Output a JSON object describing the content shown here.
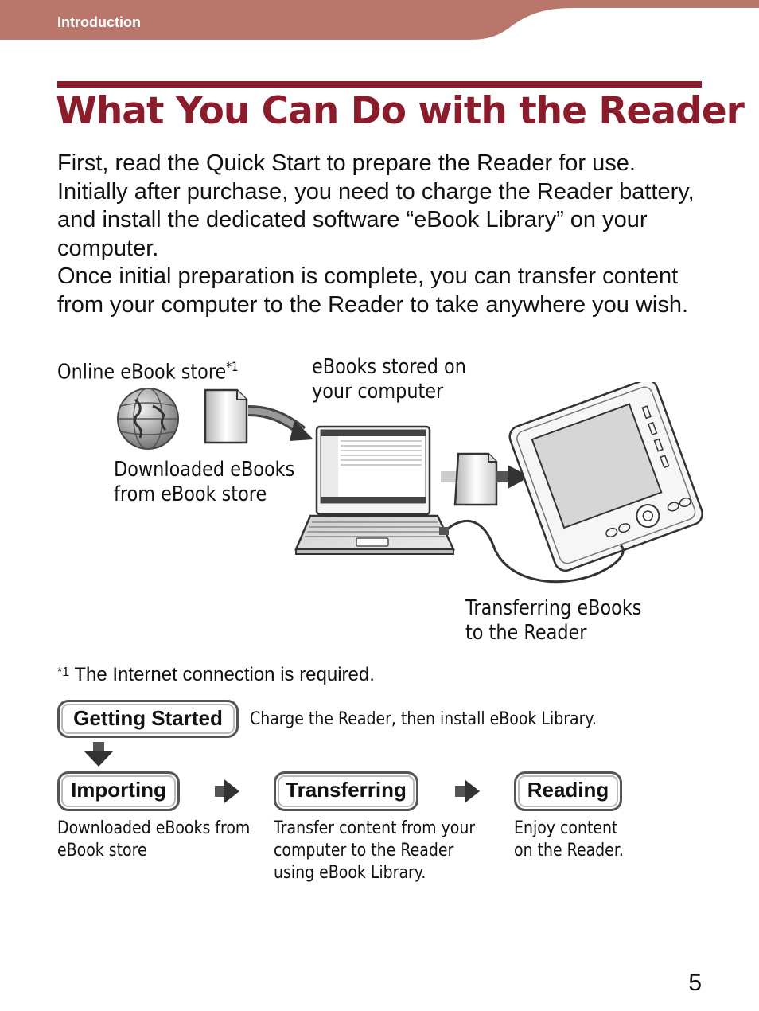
{
  "header": {
    "section": "Introduction"
  },
  "page": {
    "title": "What You Can Do with the Reader",
    "intro": [
      "First, read the Quick Start to prepare the Reader for use. Initially after purchase, you need to charge the Reader battery, and install the dedicated software “eBook Library” on your computer.",
      "Once initial preparation is complete, you can transfer content from your computer to the Reader to take anywhere you wish."
    ]
  },
  "diagram": {
    "online_store": "Online eBook store",
    "online_store_mark": "*1",
    "stored_on_computer": [
      "eBooks stored on",
      "your computer"
    ],
    "downloaded": [
      "Downloaded eBooks",
      "from eBook store"
    ],
    "transferring": [
      "Transferring eBooks",
      "to the Reader"
    ]
  },
  "footnote": {
    "mark": "*1",
    "text": "The Internet connection is required."
  },
  "flow": {
    "getting_started": {
      "label": "Getting Started",
      "desc": "Charge the Reader, then install eBook Library."
    },
    "steps": [
      {
        "label": "Importing",
        "desc": [
          "Downloaded eBooks from",
          "eBook store"
        ]
      },
      {
        "label": "Transferring",
        "desc": [
          "Transfer content from your",
          "computer to the Reader",
          "using eBook Library."
        ]
      },
      {
        "label": "Reading",
        "desc": [
          "Enjoy content",
          "on the Reader."
        ]
      }
    ]
  },
  "page_number": "5",
  "colors": {
    "tab": "#b9776b",
    "title": "#8a1c2b"
  }
}
